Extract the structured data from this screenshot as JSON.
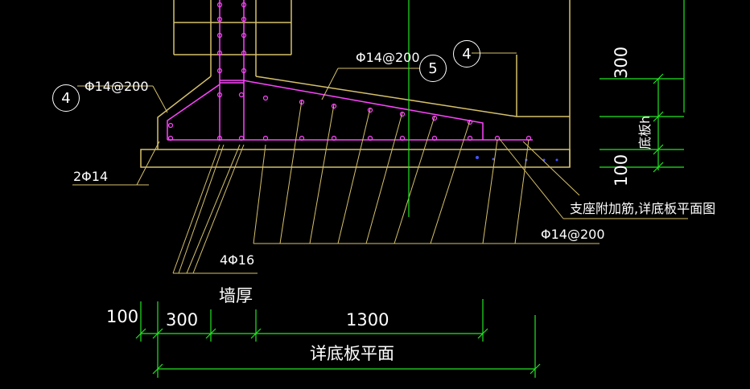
{
  "colors": {
    "background": "#000000",
    "rebar": "#ff44ff",
    "concrete_outline": "#d6c16a",
    "dimension": "#22e622",
    "leader": "#d6c16a",
    "text": "#ffffff",
    "extra_dots": "#4455ff"
  },
  "callouts": {
    "left_circle": "4",
    "top_circle_5": "5",
    "top_circle_4": "4"
  },
  "labels": {
    "left_rebar": "Φ14@200",
    "top_rebar": "Φ14@200",
    "bottom_rebar": "Φ14@200",
    "edge_bars": "2Φ14",
    "wall_bars": "4Φ16",
    "wall_thickness": "墙厚",
    "support_note": "支座附加筋,详底板平面图",
    "slab_thickness": "底板h",
    "dim_300_vertical": "300",
    "dim_100_vertical": "100",
    "dim_100": "100",
    "dim_300": "300",
    "dim_1300": "1300",
    "plan_ref": "详底板平面"
  }
}
